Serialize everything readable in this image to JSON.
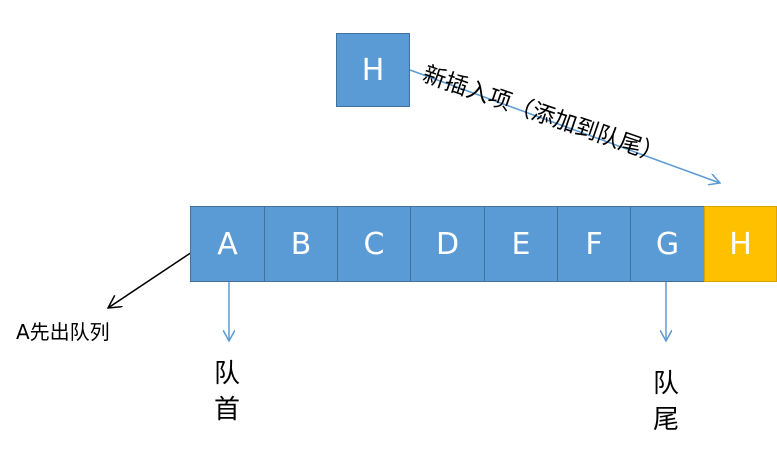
{
  "new_item": {
    "letter": "H"
  },
  "insert_label": "新插入项（添加到队尾）",
  "queue": {
    "items": [
      "A",
      "B",
      "C",
      "D",
      "E",
      "F",
      "G"
    ],
    "appended": "H"
  },
  "dequeue_label": "A先出队列",
  "head_label_chars": [
    "队",
    "首"
  ],
  "tail_label_chars": [
    "队",
    "尾"
  ],
  "colors": {
    "queue_fill": "#5b9bd5",
    "queue_border": "#41719c",
    "new_fill": "#ffc000",
    "arrow_blue": "#5b9bd5",
    "arrow_black": "#000000"
  }
}
